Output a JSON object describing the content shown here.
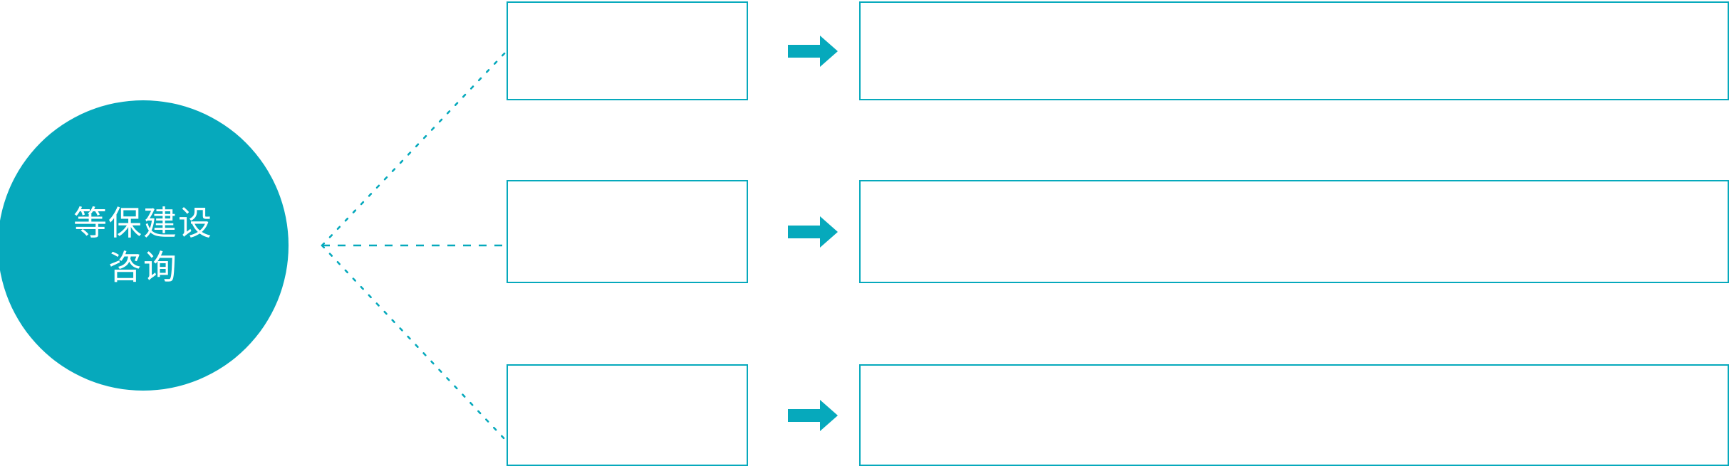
{
  "theme": {
    "accent": "#06A9BC",
    "background": "#FFFFFF",
    "hub_text_color": "#FFFFFF",
    "border_color": "#06A9BC"
  },
  "hub": {
    "name": "等保建设咨询",
    "line1": "等保建设",
    "line2": "咨询"
  },
  "rows": [
    {
      "stage_label": "",
      "detail_label": "",
      "arrow_icon": "arrow-right-icon",
      "connector_icon": "dotted-connector-icon"
    },
    {
      "stage_label": "",
      "detail_label": "",
      "arrow_icon": "arrow-right-icon",
      "connector_icon": "dotted-connector-icon"
    },
    {
      "stage_label": "",
      "detail_label": "",
      "arrow_icon": "arrow-right-icon",
      "connector_icon": "dotted-connector-icon"
    }
  ]
}
